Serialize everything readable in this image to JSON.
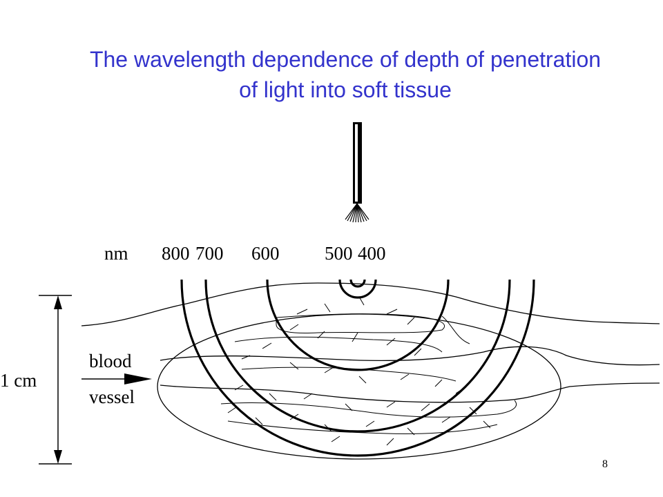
{
  "title": {
    "line1": "The wavelength dependence of depth of penetration",
    "line2": "of light into soft tissue"
  },
  "wavelengths": {
    "unit": "nm",
    "labels": [
      "800",
      "700",
      "600",
      "500",
      "400"
    ]
  },
  "scale": {
    "label": "1 cm"
  },
  "vessel_label": {
    "line1": "blood",
    "line2": "vessel"
  },
  "page_number": "8",
  "icons": [
    "optical-fiber-icon",
    "double-arrow-icon",
    "flow-arrow-icon"
  ]
}
